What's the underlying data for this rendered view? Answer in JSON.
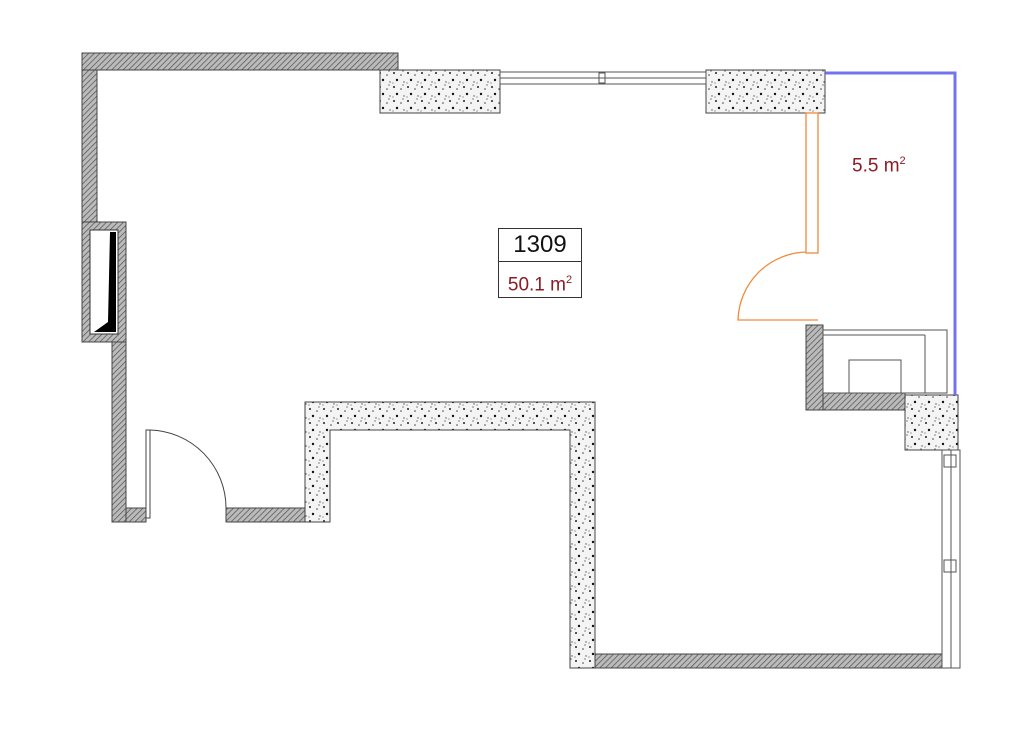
{
  "plan": {
    "room_number": "1309",
    "main_area": "50.1 m",
    "main_area_sup": "2",
    "balcony_area": "5.5 m",
    "balcony_area_sup": "2"
  },
  "colors": {
    "area_text": "#8b1c24",
    "door": "#f08a3c",
    "glazing": "#5a5af0",
    "wall": "#555555"
  },
  "icons": {
    "wall_hatch": "hatched-wall",
    "column": "concrete-speckle",
    "door": "door-swing-arc"
  }
}
